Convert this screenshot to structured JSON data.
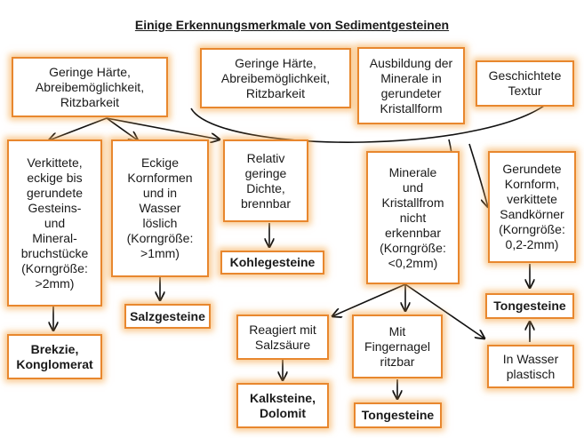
{
  "title": "Einige Erkennungsmerkmale von Sedimentgesteinen",
  "nodes": {
    "top_left": "Geringe Härte,\nAbreibemöglichkeit,\nRitzbarkeit",
    "top_mid": "Geringe Härte,\nAbreibemöglichkeit,\nRitzbarkeit",
    "top_minerale": "Ausbildung der\nMinerale in\ngerundeter\nKristallform",
    "top_textur": "Geschichtete\nTextur",
    "verkittete": "Verkittete,\neckige bis\ngerundete\nGesteins-\nund\nMineral-\nbruchstücke\n(Korngröße:\n>2mm)",
    "eckige": "Eckige\nKornformen\nund in\nWasser\nlöslich\n(Korngröße:\n>1mm)",
    "relativ": "Relativ\ngeringe\nDichte,\nbrennbar",
    "minerale_nicht": "Minerale\nund\nKristallfrom\nnicht\nerkennbar\n(Korngröße:\n<0,2mm)",
    "gerundete": "Gerundete\nKornform,\nverkittete\nSandkörner\n(Korngröße:\n0,2-2mm)",
    "reagiert": "Reagiert mit\nSalzsäure",
    "fingernagel": "Mit\nFingernagel\nritzbar",
    "plastisch": "In Wasser\nplastisch"
  },
  "results": {
    "brekzie": "Brekzie,\nKonglomerat",
    "salz": "Salzgesteine",
    "kohle": "Kohlegesteine",
    "kalk": "Kalksteine,\nDolomit",
    "ton_mid": "Tongesteine",
    "ton_right": "Tongesteine"
  },
  "colors": {
    "border": "#e8872e",
    "glow": "#f6aa50",
    "text": "#1a1a1a"
  }
}
